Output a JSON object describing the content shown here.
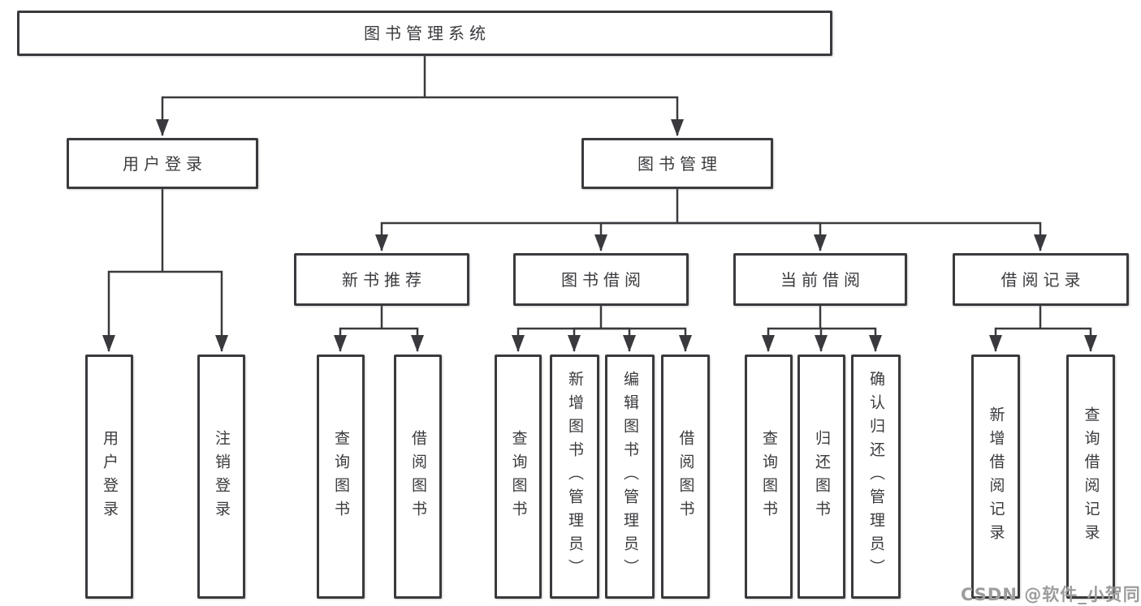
{
  "diagram_type": "hierarchy-tree",
  "tree": {
    "label": "图书管理系统",
    "children": [
      {
        "label": "用户登录",
        "children": [
          {
            "label": "用户登录"
          },
          {
            "label": "注销登录"
          }
        ]
      },
      {
        "label": "图书管理",
        "children": [
          {
            "label": "新书推荐",
            "children": [
              {
                "label": "查询图书"
              },
              {
                "label": "借阅图书"
              }
            ]
          },
          {
            "label": "图书借阅",
            "children": [
              {
                "label": "查询图书"
              },
              {
                "label": "新增图书（管理员）"
              },
              {
                "label": "编辑图书（管理员）"
              },
              {
                "label": "借阅图书"
              }
            ]
          },
          {
            "label": "当前借阅",
            "children": [
              {
                "label": "查询图书"
              },
              {
                "label": "归还图书"
              },
              {
                "label": "确认归还（管理员）"
              }
            ]
          },
          {
            "label": "借阅记录",
            "children": [
              {
                "label": "新增借阅记录"
              },
              {
                "label": "查询借阅记录"
              }
            ]
          }
        ]
      }
    ]
  },
  "watermark": {
    "text": "CSDN @软件_小贺同学"
  },
  "colors": {
    "line": "#3a3a3e",
    "box_border": "#3a3a3e",
    "text": "#3b3b3f",
    "watermark": "#9c9c9c",
    "background": "#ffffff"
  }
}
